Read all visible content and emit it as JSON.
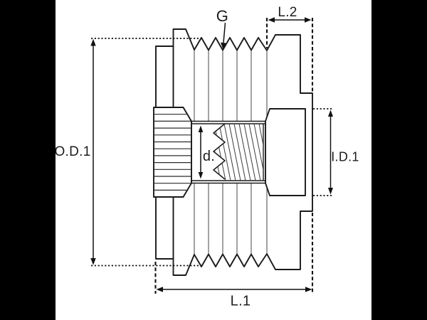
{
  "diagram": {
    "type": "technical-drawing",
    "subject": "alternator-freewheel-pulley-cross-section",
    "labels": {
      "groove": "G",
      "nose_length": "L.2",
      "outer_diameter": "O.D.1",
      "bore_diameter": "d.",
      "inner_diameter": "I.D.1",
      "overall_length": "L.1"
    },
    "colors": {
      "background": "#ffffff",
      "line": "#1a1a1a",
      "dimension": "#111111",
      "letterbox": "#000000"
    }
  }
}
